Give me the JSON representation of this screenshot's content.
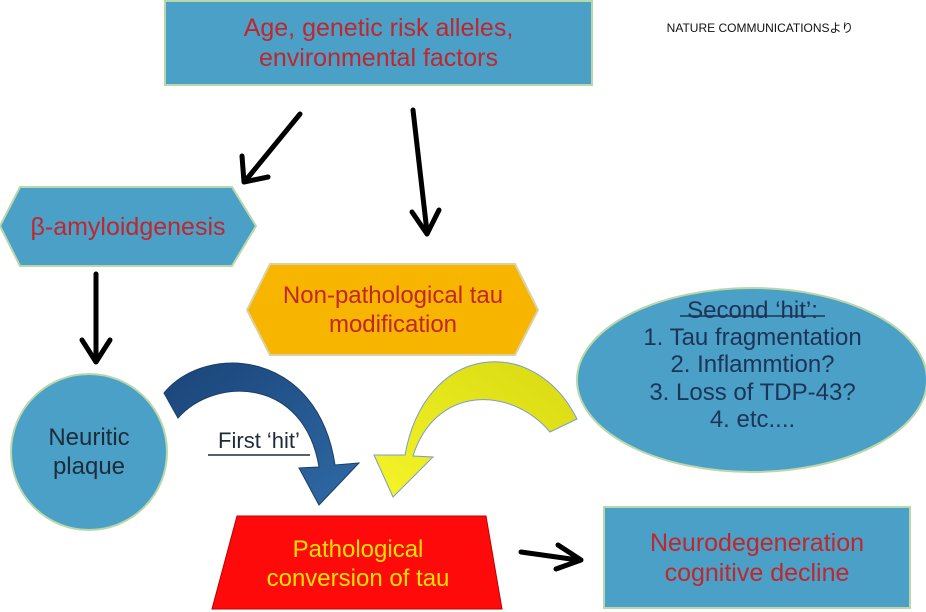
{
  "source_note": "NATURE COMMUNICATIONSより",
  "colors": {
    "box_blue": "#4aa0c6",
    "box_border": "#b9d8a9",
    "label_red": "#c0262c",
    "amber": "#f7b500",
    "pathological_red": "#ff0a0a",
    "hit_arrow_navy": "#224f84",
    "hit_arrow_yellow": "#e4e21a"
  },
  "nodes": {
    "risk_factors": {
      "line1": "Age, genetic risk alleles,",
      "line2": "environmental factors"
    },
    "amyloidgenesis": {
      "label": "β-amyloidgenesis"
    },
    "neuritic_plaque": {
      "line1": "Neuritic",
      "line2": "plaque"
    },
    "nonpath_tau": {
      "line1": "Non-pathological tau",
      "line2": "modification"
    },
    "second_hit": {
      "title": "Second ‘hit’:",
      "items": [
        "1. Tau fragmentation",
        "2. Inflammtion?",
        "3. Loss of TDP-43?",
        "4. etc...."
      ]
    },
    "pathological": {
      "line1": "Pathological",
      "line2": "conversion of tau"
    },
    "neurodegeneration": {
      "line1": "Neurodegeneration",
      "line2": "cognitive decline"
    }
  },
  "edge_labels": {
    "first_hit": "First ‘hit’"
  }
}
